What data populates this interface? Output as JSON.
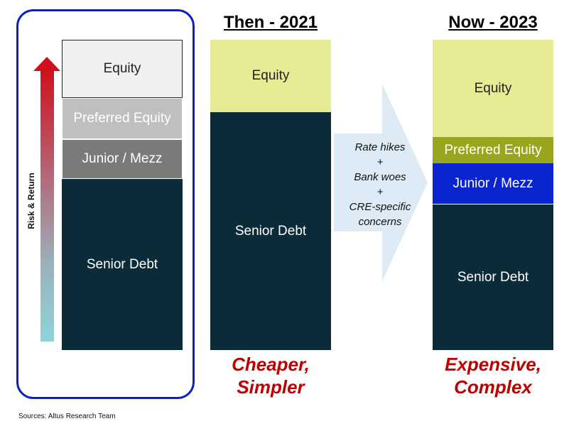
{
  "risk_label": "Risk & Return",
  "generic_stack": {
    "equity": "Equity",
    "preferred": "Preferred Equity",
    "mezz": "Junior / Mezz",
    "senior": "Senior Debt"
  },
  "then": {
    "heading": "Then - 2021",
    "equity": "Equity",
    "senior": "Senior Debt",
    "caption_line1": "Cheaper,",
    "caption_line2": "Simpler"
  },
  "transition": {
    "line1": "Rate hikes",
    "plus1": "+",
    "line2": "Bank woes",
    "plus2": "+",
    "line3": "CRE-specific",
    "line4": "concerns"
  },
  "now": {
    "heading": "Now - 2023",
    "equity": "Equity",
    "preferred": "Preferred Equity",
    "mezz": "Junior / Mezz",
    "senior": "Senior Debt",
    "caption_line1": "Expensive,",
    "caption_line2": "Complex"
  },
  "sources": "Sources: Altus Research Team",
  "colors": {
    "frame": "#0a22c4",
    "dark_navy": "#0c2b38",
    "yellow": "#e6eb94",
    "olive": "#9aa51e",
    "blue": "#0a24d0",
    "caption_red": "#c00000"
  }
}
